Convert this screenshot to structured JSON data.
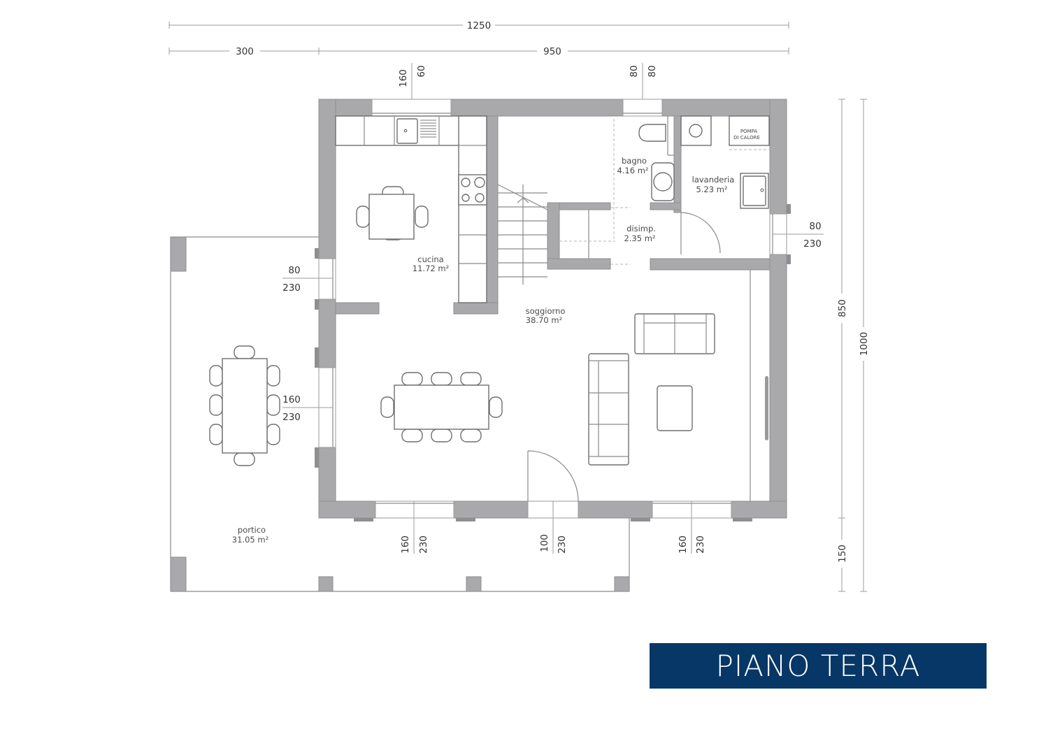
{
  "title": "PIANO TERRA",
  "colors": {
    "wall": "#a9a9ab",
    "title_bg": "#073767",
    "title_fg": "#ffffff"
  },
  "dimensions": {
    "total_width": "1250",
    "porch_width": "300",
    "house_width": "950",
    "house_depth": "850",
    "total_depth": "1000",
    "porch_depth": "150"
  },
  "openings": {
    "kitchen_window_top": {
      "width": "160",
      "height": "60"
    },
    "bath_window_top": {
      "width": "80",
      "height": "80"
    },
    "laundry_window_right": {
      "width": "80",
      "height": "230"
    },
    "kitchen_door_left": {
      "width": "80",
      "height": "230"
    },
    "living_door_left": {
      "width": "160",
      "height": "230"
    },
    "living_window_bottom_left": {
      "width": "160",
      "height": "230"
    },
    "entry_door_bottom": {
      "width": "100",
      "height": "230"
    },
    "living_window_bottom_right": {
      "width": "160",
      "height": "230"
    }
  },
  "rooms": [
    {
      "name": "cucina",
      "area": "11.72 m²"
    },
    {
      "name": "bagno",
      "area": "4.16 m²"
    },
    {
      "name": "lavanderia",
      "area": "5.23 m²"
    },
    {
      "name": "disimp.",
      "area": "2.35 m²"
    },
    {
      "name": "soggiorno",
      "area": "38.70 m²"
    },
    {
      "name": "portico",
      "area": "31.05 m²"
    }
  ],
  "equipment": {
    "heat_pump_line1": "POMPA",
    "heat_pump_line2": "DI CALORE"
  }
}
